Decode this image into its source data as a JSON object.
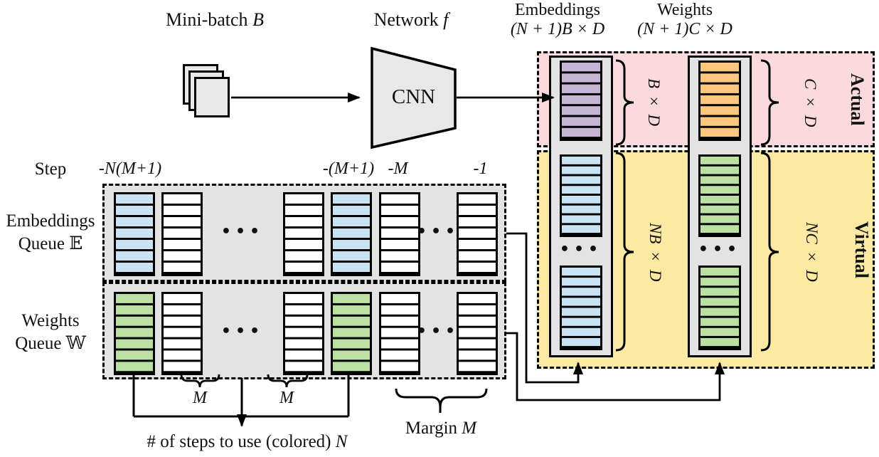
{
  "colors": {
    "blue": "#c7e3f4",
    "green": "#bae1a1",
    "purple": "#c6b5d7",
    "orange": "#fcc67e",
    "white": "#ffffff",
    "actual_bg": "#fbdade",
    "virtual_bg": "#fdeaa2",
    "panel_gray": "#e3e3e3",
    "shape_gray": "#e8e8e8"
  },
  "top": {
    "minibatch_label": {
      "text": "Mini-batch",
      "var": "B"
    },
    "network_label": {
      "text": "Network",
      "var": "f"
    },
    "cnn_label": "CNN"
  },
  "right_panel": {
    "embeddings_header": {
      "title": "Embeddings",
      "dims": "(N + 1)B × D"
    },
    "weights_header": {
      "title": "Weights",
      "dims": "(N + 1)C × D"
    },
    "actual_label": "Actual",
    "virtual_label": "Virtual",
    "actual_emb_dim": "B × D",
    "actual_wt_dim": "C × D",
    "virtual_emb_dim": "NB × D",
    "virtual_wt_dim": "NC × D"
  },
  "queue_panel": {
    "step_label": "Step",
    "step_values": [
      "-N(M+1)",
      "-(M+1)",
      "-M",
      "-1"
    ],
    "embeddings_queue_label": {
      "line1": "Embeddings",
      "line2": "Queue 𝔼"
    },
    "weights_queue_label": {
      "line1": "Weights",
      "line2": "Queue 𝕎"
    }
  },
  "annotations": {
    "m_left": "M",
    "m_right": "M",
    "margin_label": {
      "text": "Margin",
      "var": "M"
    },
    "steps_note": {
      "text": "# of steps to use (colored)",
      "var": "N"
    }
  },
  "ellipsis": "•••"
}
